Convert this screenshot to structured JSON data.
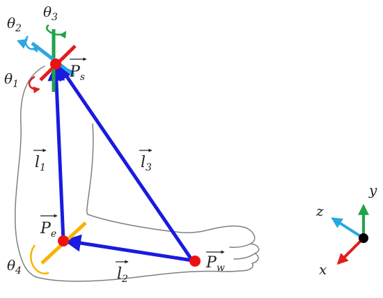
{
  "labels": {
    "theta1": {
      "main": "θ",
      "sub": "1"
    },
    "theta2": {
      "main": "θ",
      "sub": "2"
    },
    "theta3": {
      "main": "θ",
      "sub": "3"
    },
    "theta4": {
      "main": "θ",
      "sub": "4"
    },
    "Ps": {
      "main": "P",
      "sub": "s"
    },
    "Pe": {
      "main": "P",
      "sub": "e"
    },
    "Pw": {
      "main": "P",
      "sub": "w"
    },
    "l1": {
      "main": "l",
      "sub": "1"
    },
    "l2": {
      "main": "l",
      "sub": "2"
    },
    "l3": {
      "main": "l",
      "sub": "3"
    },
    "axis_x": "x",
    "axis_y": "y",
    "axis_z": "z"
  },
  "colors": {
    "vector": "#1a1ae0",
    "joint": "#ee1111",
    "x_axis": "#e11d1d",
    "y_axis": "#1fa34a",
    "z_axis": "#29a7e0",
    "elbow_axis": "#f5b400",
    "outline": "#7f7f7f",
    "origin": "#000000"
  }
}
